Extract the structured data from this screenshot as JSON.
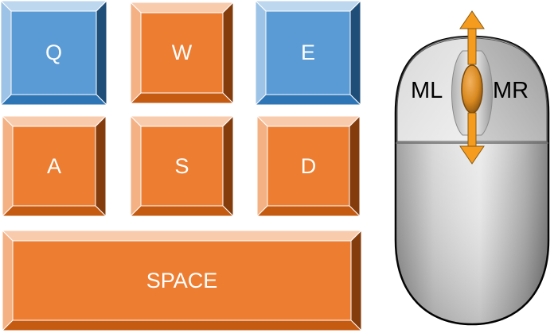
{
  "colors": {
    "orange_face": "#ED7D31",
    "orange_light": "#F4B183",
    "orange_mid": "#F8CBAD",
    "orange_dark": "#C55A11",
    "orange_darker": "#843C0C",
    "blue_face": "#5B9BD5",
    "blue_light": "#9DC3E6",
    "blue_mid": "#BDD7EE",
    "blue_dark": "#2E75B6",
    "blue_darker": "#1F4E79",
    "mouse_arrow": "#F59B1E"
  },
  "keys": {
    "q": {
      "label": "Q",
      "color": "blue",
      "highlighted": true
    },
    "w": {
      "label": "W",
      "color": "orange",
      "highlighted": false
    },
    "e": {
      "label": "E",
      "color": "blue",
      "highlighted": true
    },
    "a": {
      "label": "A",
      "color": "orange",
      "highlighted": false
    },
    "s": {
      "label": "S",
      "color": "orange",
      "highlighted": false
    },
    "d": {
      "label": "D",
      "color": "orange",
      "highlighted": false
    },
    "space": {
      "label": "SPACE",
      "color": "orange",
      "highlighted": false
    }
  },
  "mouse": {
    "left_button_label": "ML",
    "right_button_label": "MR",
    "wheel_arrows": [
      "up",
      "down"
    ]
  }
}
